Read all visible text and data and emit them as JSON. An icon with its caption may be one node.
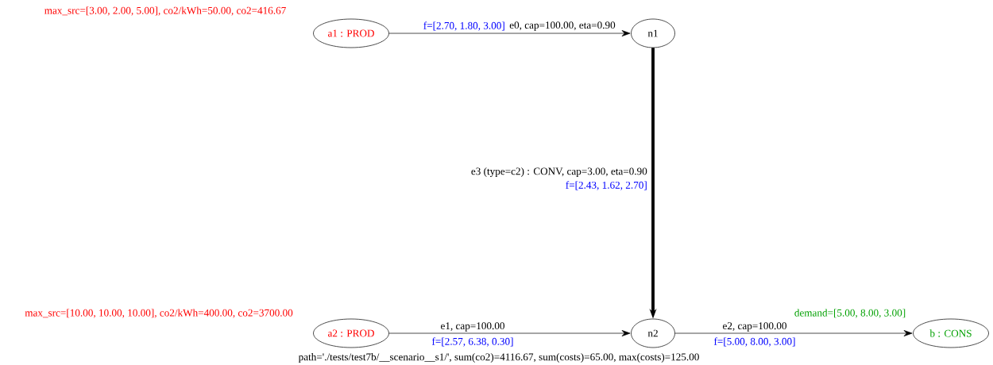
{
  "diagram": {
    "nodes": [
      {
        "text": [
          "a1 : PROD"
        ],
        "beside": [
          "max_src=[3.00, 2.00, 5.00], co2/kWh=50.00, co2=416.67"
        ]
      },
      {
        "text": [
          "n1"
        ]
      },
      {
        "text": [
          "a2 : PROD"
        ],
        "beside": [
          "max_src=[10.00, 10.00, 10.00], co2/kWh=400.00, co2=3700.00"
        ]
      },
      {
        "text": [
          "n2"
        ]
      },
      {
        "text": [
          "b : CONS"
        ],
        "beside": [
          "demand=[5.00, 8.00, 3.00]"
        ]
      }
    ],
    "edges": [
      {
        "from": 0,
        "to": 1,
        "arrow": "to",
        "label": "e0, cap=100.00, eta=0.90"
      },
      {
        "from": 1,
        "to": 3,
        "arrow": "to",
        "style": "thick",
        "label": "e3 (type=c2) : CONV, cap=3.00, eta=0.90"
      },
      {
        "from": 2,
        "to": 3,
        "arrow": "to",
        "label": "e1, cap=100.00"
      },
      {
        "from": 3,
        "to": 4,
        "arrow": "to",
        "label": "e2, cap=100.00"
      }
    ],
    "labels": [
      "f=[2.70, 1.80, 3.00]",
      "f=[2.43, 1.62, 2.70]",
      "f=[2.57, 6.38, 0.30]",
      "f=[5.00, 8.00, 3.00]",
      "path='./tests/test7b/__scenario__s1/', sum(co2)=4116.67, sum(costs)=65.00, max(costs)=125.00"
    ]
  }
}
